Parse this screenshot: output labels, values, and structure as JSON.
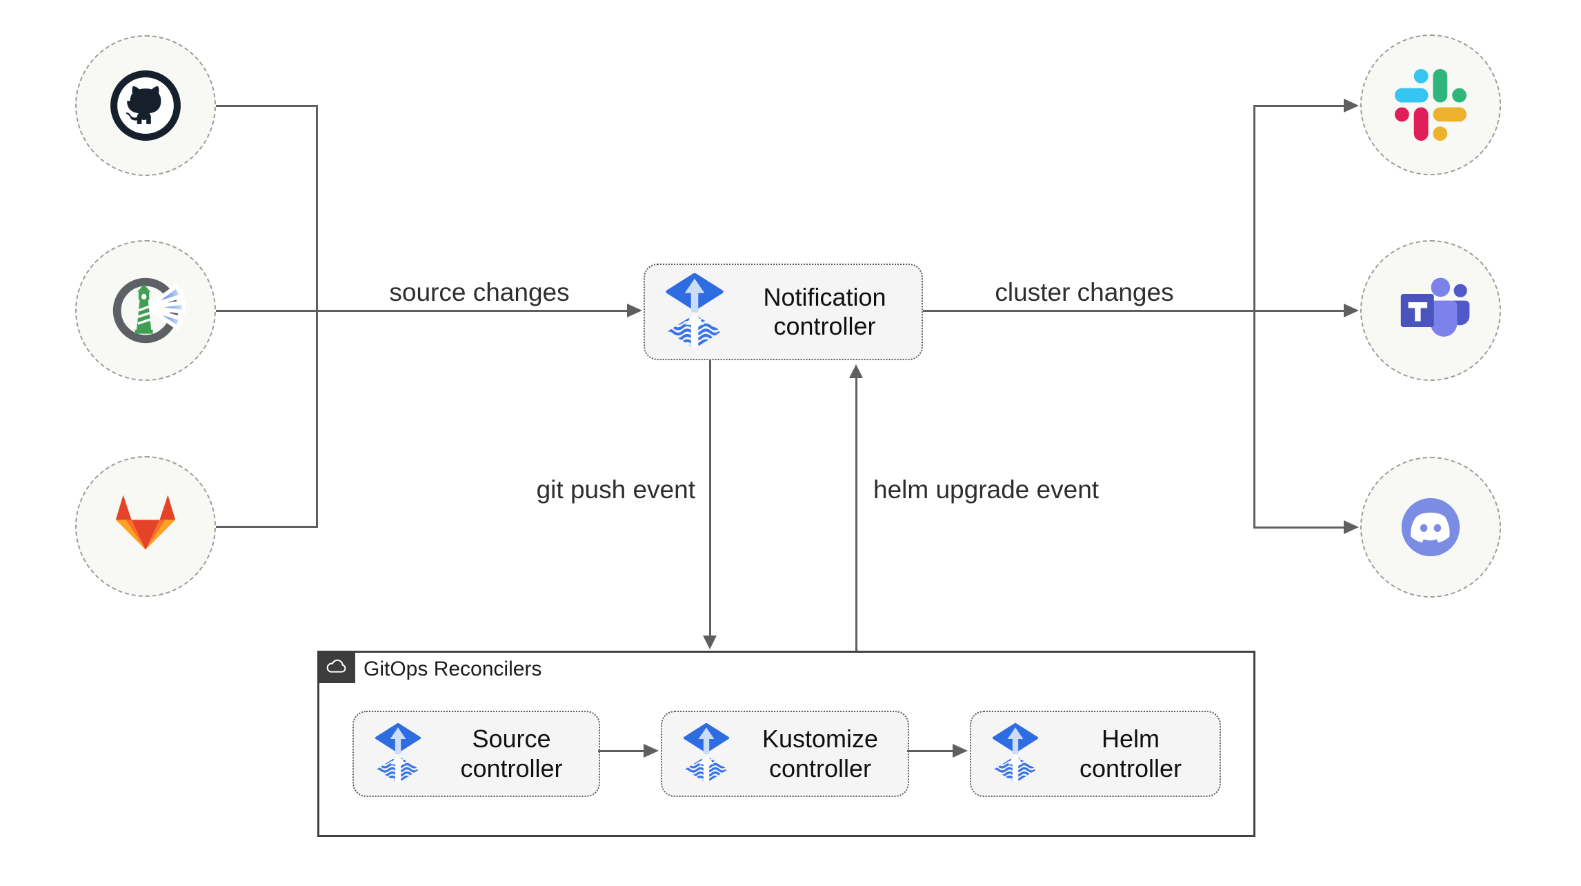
{
  "nodes": {
    "notification_controller": {
      "line1": "Notification",
      "line2": "controller"
    },
    "source_controller": {
      "line1": "Source",
      "line2": "controller"
    },
    "kustomize_controller": {
      "line1": "Kustomize",
      "line2": "controller"
    },
    "helm_controller": {
      "line1": "Helm",
      "line2": "controller"
    },
    "gitops_group": {
      "label": "GitOps Reconcilers"
    }
  },
  "edge_labels": {
    "source_changes": "source changes",
    "cluster_changes": "cluster changes",
    "git_push_event": "git push event",
    "helm_upgrade_event": "helm upgrade event"
  },
  "icons": {
    "sources": [
      "github-icon",
      "harbor-registry-lighthouse-icon",
      "gitlab-icon"
    ],
    "alert_providers": [
      "slack-icon",
      "ms-teams-icon",
      "discord-icon"
    ],
    "controller_badge": "flux-icon",
    "group_badge": "cloud-icon"
  },
  "colors": {
    "flux_blue": "#2e6ce2",
    "flux_wave_blue": "#3a74e6",
    "line_gray": "#5f5f5f",
    "node_bg": "#f5f5f5",
    "circle_bg": "#f8f8f5",
    "dashed_circle_border": "#9c9c9c",
    "group_border": "#424242",
    "badge_bg": "#3d3d3d",
    "github_dark": "#15202c",
    "harbor_green": "#3f9e52",
    "gitlab_red": "#e24329",
    "gitlab_orange": "#fc6d26",
    "gitlab_yellow": "#fca326",
    "slack_blue": "#36c5f0",
    "slack_green": "#2eb67d",
    "slack_yellow": "#ecb22e",
    "slack_red": "#e01e5a",
    "teams_purple": "#4b53bc",
    "teams_light_purple": "#7b83eb",
    "discord_blurple": "#7b8ce4"
  }
}
